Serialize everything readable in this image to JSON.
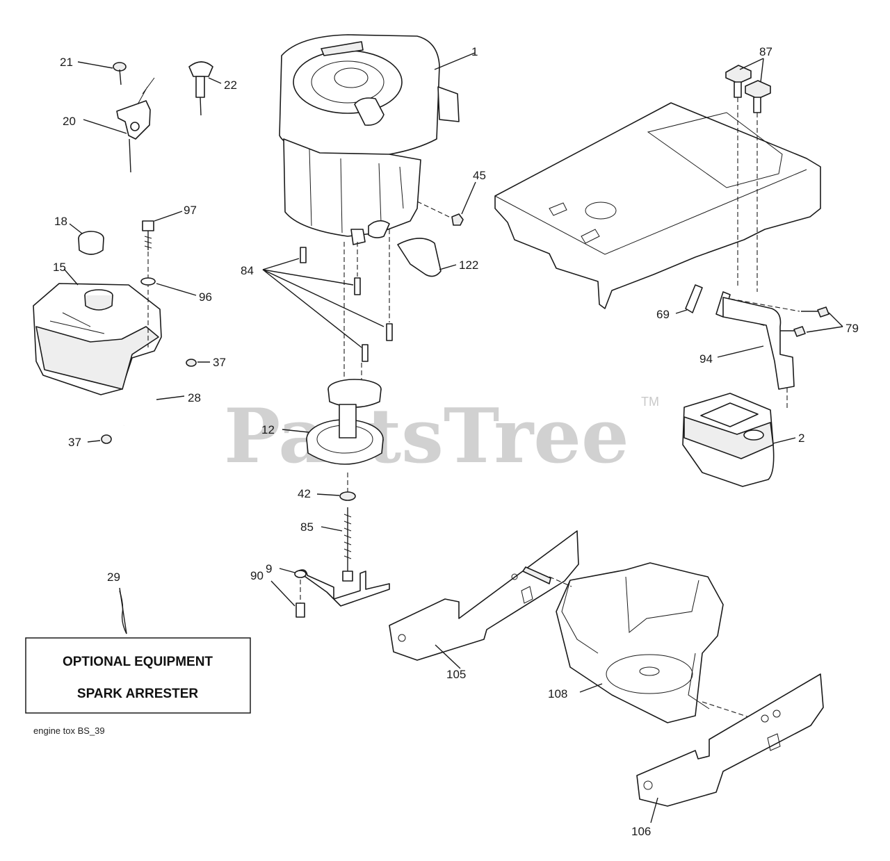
{
  "watermark": {
    "text": "PartsTree",
    "tm": "TM"
  },
  "note_box": {
    "line1": "OPTIONAL EQUIPMENT",
    "line2": "SPARK ARRESTER"
  },
  "reference_code": "engine tox BS_39",
  "callouts": {
    "c1": "1",
    "c2": "2",
    "c9": "9",
    "c12": "12",
    "c15": "15",
    "c18": "18",
    "c20": "20",
    "c21": "21",
    "c22": "22",
    "c28": "28",
    "c29": "29",
    "c37a": "37",
    "c37b": "37",
    "c42": "42",
    "c45": "45",
    "c69": "69",
    "c79": "79",
    "c84": "84",
    "c85": "85",
    "c87": "87",
    "c90": "90",
    "c94": "94",
    "c96": "96",
    "c97": "97",
    "c105": "105",
    "c106": "106",
    "c108": "108",
    "c122": "122"
  }
}
